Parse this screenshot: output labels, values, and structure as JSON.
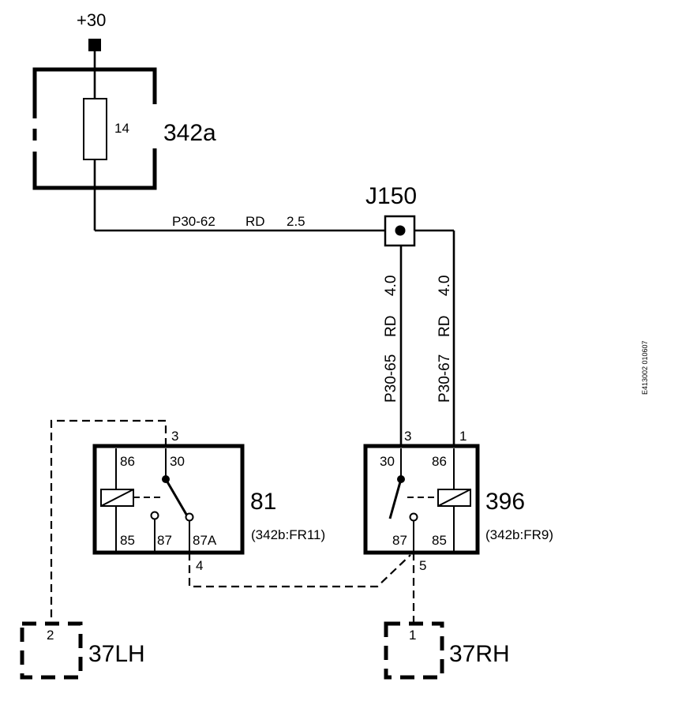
{
  "supply": {
    "label": "+30"
  },
  "fuse_box": {
    "id": "342a",
    "fuse_number": "14"
  },
  "wire_main": {
    "code": "P30-62",
    "color": "RD",
    "size": "2.5"
  },
  "junction": {
    "id": "J150"
  },
  "wire_left_branch": {
    "code": "P30-65",
    "color": "RD",
    "size": "4.0"
  },
  "wire_right_branch": {
    "code": "P30-67",
    "color": "RD",
    "size": "4.0"
  },
  "relay_left": {
    "id": "81",
    "location": "(342b:FR11)",
    "pins": {
      "p86": "86",
      "p30": "30",
      "p85": "85",
      "p87": "87",
      "p87a": "87A"
    },
    "connector_pins": {
      "top": "3",
      "bottom": "4"
    }
  },
  "relay_right": {
    "id": "396",
    "location": "(342b:FR9)",
    "pins": {
      "p30": "30",
      "p86": "86",
      "p87": "87",
      "p85": "85"
    },
    "connector_pins": {
      "top_left": "3",
      "top_right": "1",
      "bottom": "5"
    }
  },
  "connector_left": {
    "id": "37LH",
    "pin": "2"
  },
  "connector_right": {
    "id": "37RH",
    "pin": "1"
  },
  "drawing_stamp": "E413002 010607"
}
